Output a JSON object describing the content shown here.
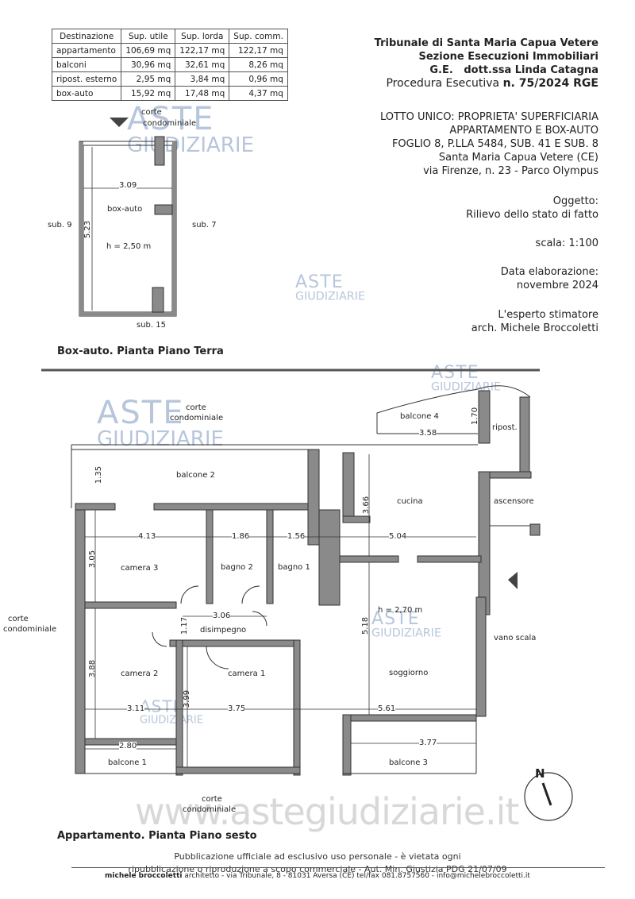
{
  "table": {
    "headers": [
      "Destinazione",
      "Sup. utile",
      "Sup. lorda",
      "Sup. comm."
    ],
    "rows": [
      [
        "appartamento",
        "106,69 mq",
        "122,17 mq",
        "122,17 mq"
      ],
      [
        "balconi",
        "30,96 mq",
        "32,61 mq",
        "8,26 mq"
      ],
      [
        "ripost. esterno",
        "2,95 mq",
        "3,84 mq",
        "0,96 mq"
      ],
      [
        "box-auto",
        "15,92 mq",
        "17,48 mq",
        "4,37 mq"
      ]
    ]
  },
  "header": {
    "line1": "Tribunale di Santa Maria Capua Vetere",
    "line2": "Sezione Esecuzioni Immobiliari",
    "line3": "G.E.   dott.ssa Linda Catagna",
    "line4_prefix": "Procedura Esecutiva ",
    "line4_bold": "n. 75/2024 RGE"
  },
  "lotto": {
    "l1": "LOTTO UNICO: PROPRIETA' SUPERFICIARIA",
    "l2": "APPARTAMENTO E BOX-AUTO",
    "l3": "FOGLIO 8, P.LLA 5484, SUB. 41 E SUB. 8",
    "l4": "Santa Maria Capua Vetere (CE)",
    "l5": "via Firenze, n. 23 - Parco Olympus"
  },
  "oggetto": {
    "label": "Oggetto:",
    "value": "Rilievo dello stato di fatto"
  },
  "scala": "scala: 1:100",
  "data": {
    "label": "Data elaborazione:",
    "value": "novembre 2024"
  },
  "esperto": {
    "label": "L'esperto stimatore",
    "name": "arch. Michele Broccoletti"
  },
  "box": {
    "corte": "corte",
    "condominiale": "condominiale",
    "width": "3.09",
    "depth": "5.23",
    "name": "box-auto",
    "height": "h = 2,50 m",
    "sub9": "sub. 9",
    "sub7": "sub. 7",
    "sub15": "sub. 15",
    "caption": "Box-auto. Pianta Piano Terra"
  },
  "apt": {
    "corte_top1": "corte",
    "corte_top2": "condominiale",
    "corte_left1": "corte",
    "corte_left2": "condominiale",
    "corte_bottom1": "corte",
    "corte_bottom2": "condominiale",
    "balcone4": "balcone 4",
    "ripost": "ripost.",
    "balcone2": "balcone 2",
    "cucina": "cucina",
    "ascensore": "ascensore",
    "camera3": "camera 3",
    "bagno2": "bagno 2",
    "bagno1": "bagno 1",
    "disimpegno": "disimpegno",
    "camera2": "camera 2",
    "camera1": "camera 1",
    "soggiorno": "soggiorno",
    "hsogg": "h = 2,70 m",
    "vano": "vano scala",
    "balcone1": "balcone 1",
    "balcone3": "balcone 3",
    "d358": "3.58",
    "d170": "1.70",
    "d135": "1.35",
    "d366": "3.66",
    "d413": "4.13",
    "d186": "1.86",
    "d156": "1.56",
    "d504": "5.04",
    "d305": "3.05",
    "d306": "3.06",
    "d117": "1.17",
    "d518": "5.18",
    "d388": "3.88",
    "d399": "3.99",
    "d311": "3.11",
    "d375": "3.75",
    "d561": "5.61",
    "d280": "2.80",
    "d377": "3.77",
    "north": "N",
    "caption": "Appartamento. Pianta Piano sesto"
  },
  "watermark": {
    "aste": "ASTE",
    "giudiziarie": "GIUDIZIARIE",
    "site": "www.astegiudiziarie.it"
  },
  "footer": {
    "l1": "Pubblicazione ufficiale ad esclusivo uso personale - è vietata ogni",
    "l2": "ripubblicazione o riproduzione a scopo commerciale - Aut. Min. Giustizia PDG 21/07/09",
    "l3_bold": "michele broccoletti",
    "l3": " architetto - via Tribunale, 8 - 81031 Aversa (CE) tel/fax 081.8757560 - info@michelebroccoletti.it"
  },
  "colors": {
    "wall": "#8a8a8a",
    "watermark": "#b7c6dc"
  }
}
